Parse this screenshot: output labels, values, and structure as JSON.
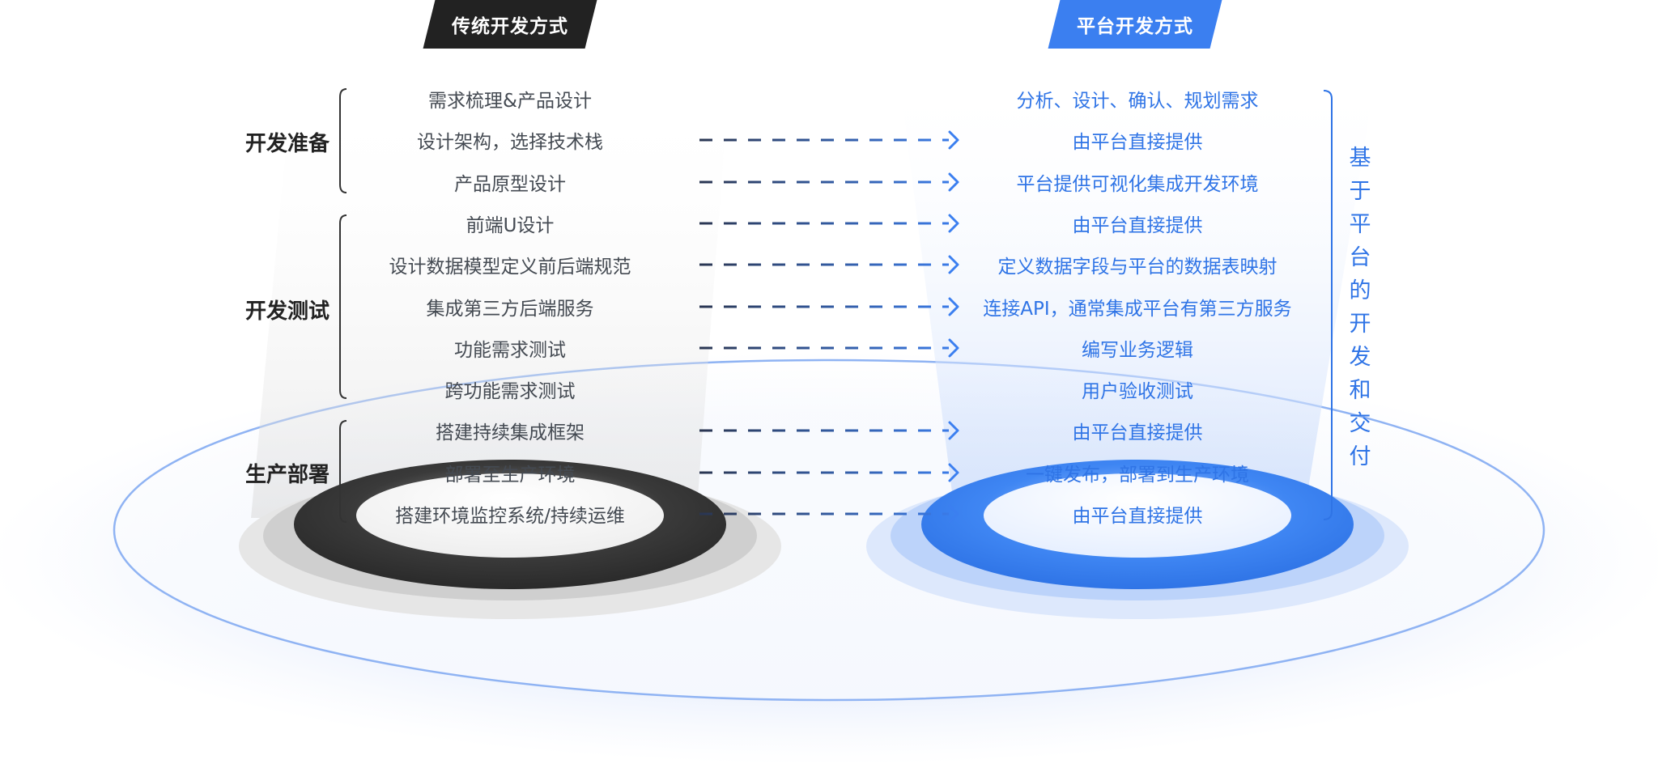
{
  "headers": {
    "traditional": "传统开发方式",
    "platform": "平台开发方式"
  },
  "phases": [
    {
      "label": "开发准备"
    },
    {
      "label": "开发测试"
    },
    {
      "label": "生产部署"
    }
  ],
  "vertical_label": "基于平台的开发和交付",
  "rows": [
    {
      "traditional": "需求梳理&产品设计",
      "platform": "分析、设计、确认、规划需求",
      "has_arrow": false
    },
    {
      "traditional": "设计架构，选择技术栈",
      "platform": "由平台直接提供",
      "has_arrow": true
    },
    {
      "traditional": "产品原型设计",
      "platform": "平台提供可视化集成开发环境",
      "has_arrow": true
    },
    {
      "traditional": "前端U设计",
      "platform": "由平台直接提供",
      "has_arrow": true
    },
    {
      "traditional": "设计数据模型定义前后端规范",
      "platform": "定义数据字段与平台的数据表映射",
      "has_arrow": true
    },
    {
      "traditional": "集成第三方后端服务",
      "platform": "连接API，通常集成平台有第三方服务",
      "has_arrow": true
    },
    {
      "traditional": "功能需求测试",
      "platform": "编写业务逻辑",
      "has_arrow": true
    },
    {
      "traditional": "跨功能需求测试",
      "platform": "用户验收测试",
      "has_arrow": false
    },
    {
      "traditional": "搭建持续集成框架",
      "platform": "由平台直接提供",
      "has_arrow": true
    },
    {
      "traditional": "部署至生产环境",
      "platform": "一键发布，部署到生产环境",
      "has_arrow": true
    },
    {
      "traditional": "搭建环境监控系统/持续运维",
      "platform": "由平台直接提供",
      "has_arrow": true
    }
  ],
  "colors": {
    "accent_blue": "#3b7ff0",
    "text_blue": "#2f74e6",
    "dark": "#222222",
    "arrow_dark": "#2a3550"
  }
}
